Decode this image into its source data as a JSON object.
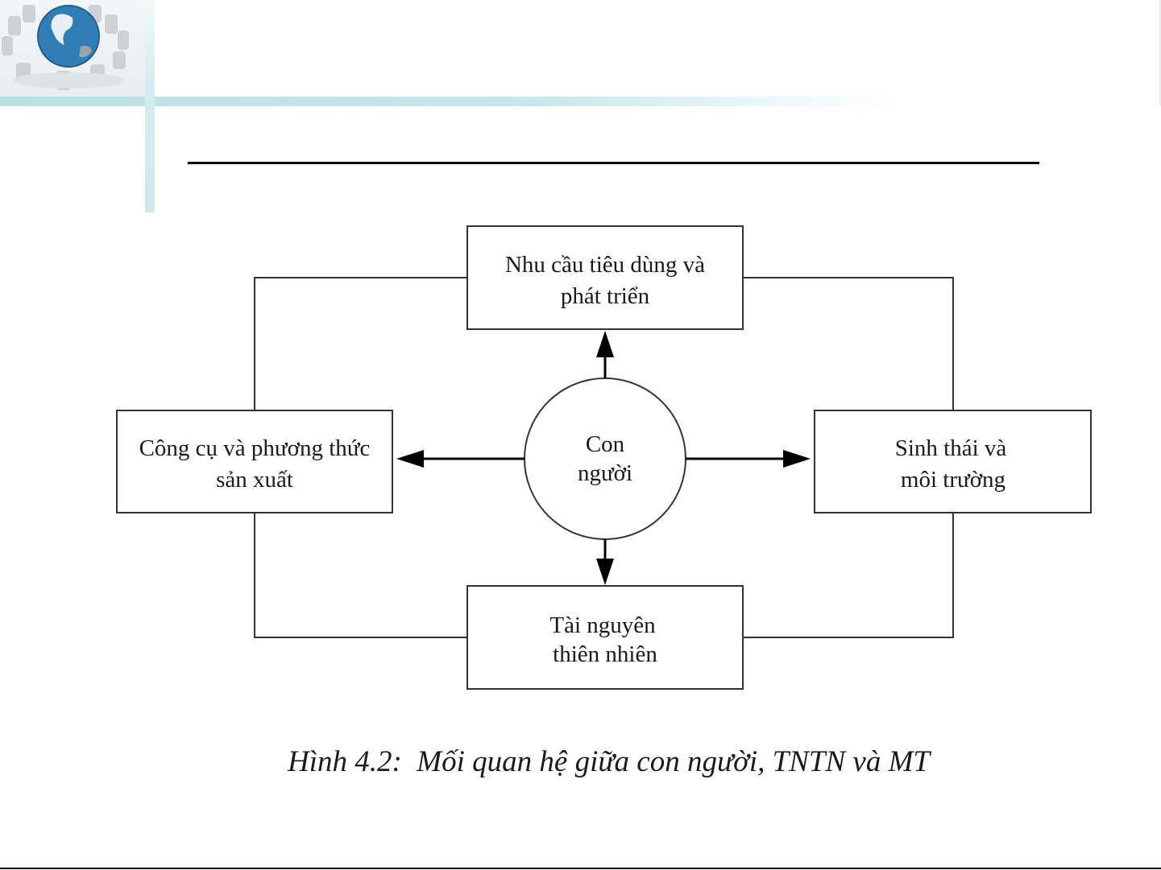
{
  "logo": {
    "icon": "globe-with-chairs-icon"
  },
  "diagram": {
    "center": {
      "lines": [
        "Con",
        "người"
      ]
    },
    "boxes": {
      "top": {
        "lines": [
          "Nhu cầu tiêu dùng và",
          "phát triển"
        ]
      },
      "left": {
        "lines": [
          "Công cụ và phương thức",
          "sản xuất"
        ]
      },
      "right": {
        "lines": [
          "Sinh thái và",
          "môi trường"
        ]
      },
      "bottom": {
        "lines": [
          "Tài nguyên",
          "thiên nhiên"
        ]
      }
    },
    "arrows": [
      {
        "from": "center",
        "to": "top"
      },
      {
        "from": "center",
        "to": "left"
      },
      {
        "from": "center",
        "to": "right"
      },
      {
        "from": "center",
        "to": "bottom"
      }
    ],
    "connectors": [
      {
        "from": "top",
        "to": "left"
      },
      {
        "from": "top",
        "to": "right"
      },
      {
        "from": "bottom",
        "to": "left"
      },
      {
        "from": "bottom",
        "to": "right"
      }
    ]
  },
  "caption": "Hình 4.2:  Mối quan hệ giữa con người, TNTN và MT"
}
